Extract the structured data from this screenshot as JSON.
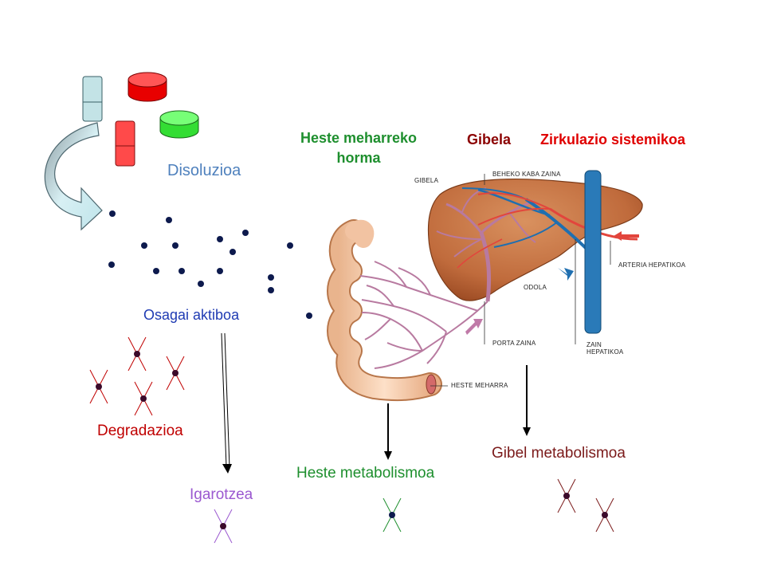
{
  "labels": {
    "disolution": "Disoluzioa",
    "active": "Osagai aktiboa",
    "degradation": "Degradazioa",
    "excretion": "Igarotzea",
    "gut_metabolism": "Heste metabolismoa",
    "liver_metabolism": "Gibel metabolismoa"
  },
  "headings": {
    "gut_wall_line1": "Heste meharreko",
    "gut_wall_line2": "horma",
    "liver": "Gibela",
    "systemic": "Zirkulazio sistemikoa"
  },
  "anatomy": {
    "gibela": "GIBELA",
    "beheko_kaba": "BEHEKO KABA ZAINA",
    "arteria": "ARTERIA HEPATIKOA",
    "odola": "ODOLA",
    "porta": "PORTA ZAINA",
    "zain_line1": "ZAIN",
    "zain_line2": "HEPATIKOA",
    "heste_meharra": "HESTE MEHARRA"
  },
  "colors": {
    "disolution": "#4f81bd",
    "active": "#1f3bb3",
    "degradation": "#c00000",
    "excretion": "#9b59d0",
    "gut": "#1e8f2e",
    "liver_metab": "#7b1a1a",
    "liver_head": "#8b0000",
    "systemic": "#e00000",
    "molecule": "#0d1a4d"
  }
}
